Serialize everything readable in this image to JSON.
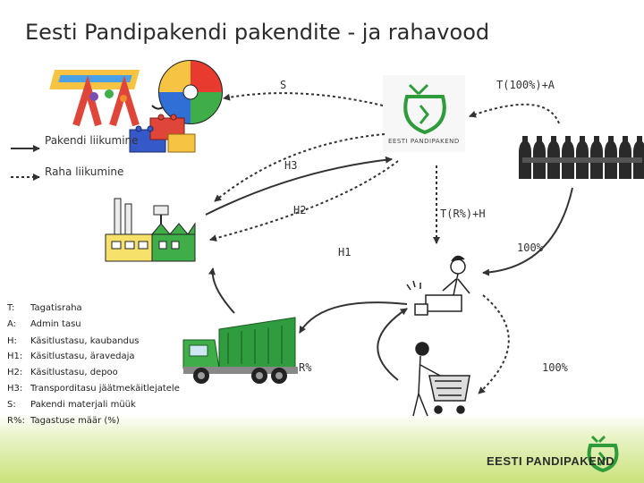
{
  "title": "Eesti Pandipakendi pakendite - ja rahavood",
  "legend": {
    "package_flow": "Pakendi liikumine",
    "money_flow": "Raha liikumine"
  },
  "flow_labels": {
    "s": "S",
    "t_100_a": "T(100%)+A",
    "h3": "H3",
    "h2": "H2",
    "t_r_h": "T(R%)+H",
    "h1": "H1",
    "pct_100_top": "100%",
    "r_pct": "R%",
    "pct_100_bottom": "100%"
  },
  "center_logo_text": "EESTI PANDIPAKEND",
  "brand": "EESTI PANDIPAKEND",
  "glossary": [
    {
      "key": "T:",
      "desc": "Tagatisraha"
    },
    {
      "key": "A:",
      "desc": "Admin tasu"
    },
    {
      "key": "H:",
      "desc": "Käsitlustasu, kaubandus"
    },
    {
      "key": "H1:",
      "desc": "Käsitlustasu, äravedaja"
    },
    {
      "key": "H2:",
      "desc": "Käsitlustasu, depoo"
    },
    {
      "key": "H3:",
      "desc": "Transporditasu jäätmekäitlejatele"
    },
    {
      "key": "S:",
      "desc": "Pakendi materjali müük"
    },
    {
      "key": "R%:",
      "desc": "Tagastuse määr (%)"
    }
  ],
  "colors": {
    "brand_green": "#2e9c3a",
    "flow_arrow": "#333333",
    "band_green": "#c9e27a"
  }
}
